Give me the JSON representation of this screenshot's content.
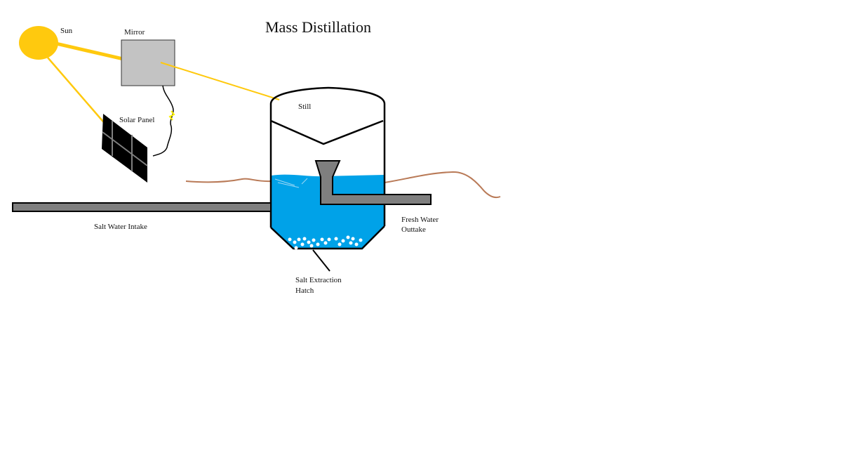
{
  "title": "Mass Distillation",
  "labels": {
    "sun": "Sun",
    "mirror": "Mirror",
    "solar_panel": "Solar Panel",
    "still": "Still",
    "salt_water_intake": "Salt Water Intake",
    "fresh_water_outtake_line1": "Fresh Water",
    "fresh_water_outtake_line2": "Outtake",
    "salt_hatch_line1": "Salt Extraction",
    "salt_hatch_line2": "Hatch"
  },
  "colors": {
    "sun": "#ffc90e",
    "sun_ray": "#ffc90e",
    "mirror": "#c3c3c3",
    "panel": "#000000",
    "panel_grid": "#7f7f7f",
    "pipe": "#7f7f7f",
    "water": "#00a2e8",
    "ground": "#b97a57",
    "salt": "#ffffff",
    "spark": "#fff200",
    "outline": "#000000"
  }
}
